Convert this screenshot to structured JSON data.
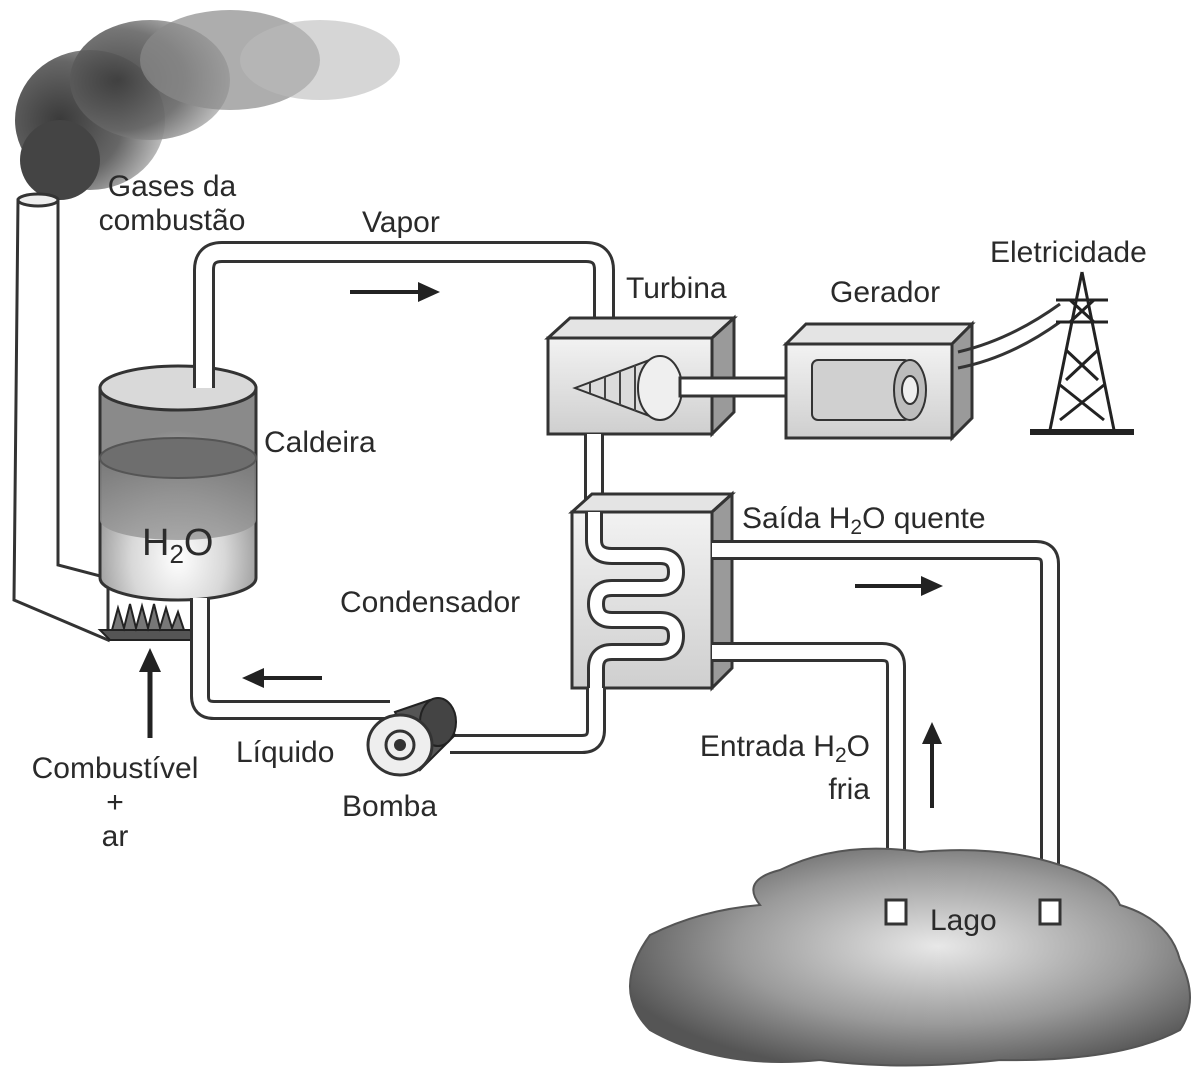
{
  "labels": {
    "gases_line1": "Gases da",
    "gases_line2": "combustão",
    "vapor": "Vapor",
    "turbina": "Turbina",
    "gerador": "Gerador",
    "eletricidade": "Eletricidade",
    "caldeira": "Caldeira",
    "h2o_h": "H",
    "h2o_sub": "2",
    "h2o_o": "O",
    "saida_prefix": "Saída H",
    "saida_sub": "2",
    "saida_suffix": "O quente",
    "condensador": "Condensador",
    "liquido": "Líquido",
    "bomba": "Bomba",
    "combustivel": "Combustível",
    "plus": "+",
    "ar": "ar",
    "entrada_prefix": "Entrada H",
    "entrada_sub": "2",
    "entrada_suffix": "O",
    "fria": "fria",
    "lago": "Lago"
  }
}
